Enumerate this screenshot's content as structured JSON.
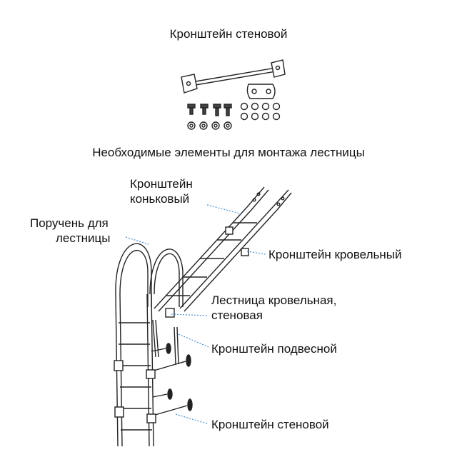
{
  "header": {
    "title": "Кронштейн стеновой",
    "subtitle": "Необходимые элементы для монтажа лестницы"
  },
  "labels": {
    "ridge_line1": "Кронштейн",
    "ridge_line2": "коньковый",
    "handrail_line1": "Поручень для",
    "handrail_line2": "лестницы",
    "roof_bracket": "Кронштейн кровельный",
    "ladder_line1": "Лестница кровельная,",
    "ladder_line2": "стеновая",
    "hanging_bracket": "Кронштейн подвесной",
    "wall_bracket": "Кронштейн стеновой"
  },
  "colors": {
    "leader": "#4a8fd0",
    "line": "#222222"
  }
}
